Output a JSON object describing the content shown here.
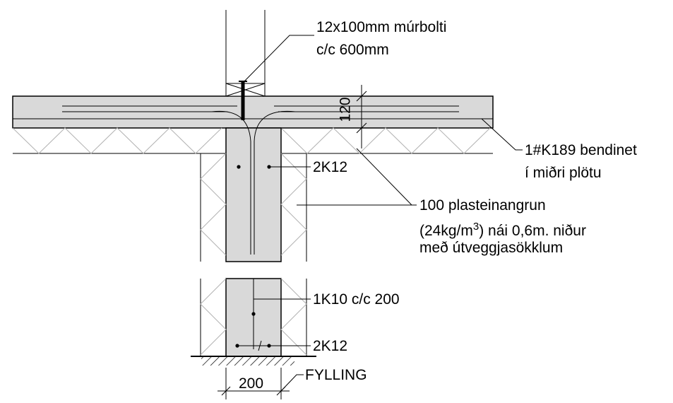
{
  "colors": {
    "concrete": "#d9d9d9",
    "line": "#000000",
    "insulation_hatch": "#b3b3b3"
  },
  "labels": {
    "bolt_line1": "12x100mm múrbolti",
    "bolt_line2": "c/c 600mm",
    "mesh_line1": "1#K189 bendinet",
    "mesh_line2": "í miðri plötu",
    "rebar_top": "2K12",
    "insul_line1": "100 plasteinangrun",
    "insul_line2_pre": "(24kg/m",
    "insul_line2_sup": "3",
    "insul_line2_post": ") nái 0,6m. niður",
    "insul_line3": "með útveggjasökklum",
    "stirrup": "1K10 c/c 200",
    "rebar_bottom": "2K12",
    "fill": "FYLLING",
    "dim_slab": "120",
    "dim_wall": "200"
  }
}
